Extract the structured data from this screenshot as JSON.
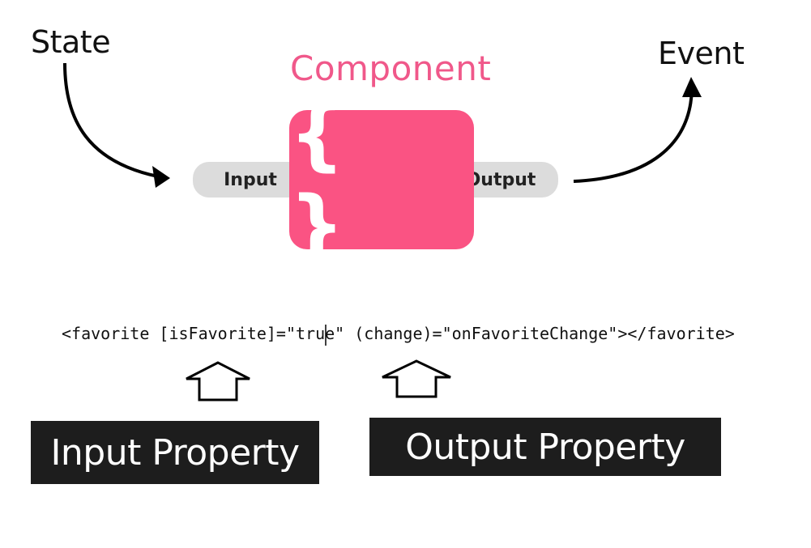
{
  "diagram": {
    "state_label": "State",
    "event_label": "Event",
    "component_title": "Component",
    "input_pill": "Input",
    "output_pill": "Output",
    "braces": "{ }",
    "colors": {
      "component_fill": "#fa5383",
      "component_title": "#f0588a",
      "pill_fill": "#dcdcdc",
      "property_box_fill": "#1d1d1d"
    }
  },
  "code": {
    "line": "<favorite [isFavorite]=\"true\" (change)=\"onFavoriteChange\"></favorite>"
  },
  "properties": {
    "input_label": "Input Property",
    "output_label": "Output Property"
  }
}
